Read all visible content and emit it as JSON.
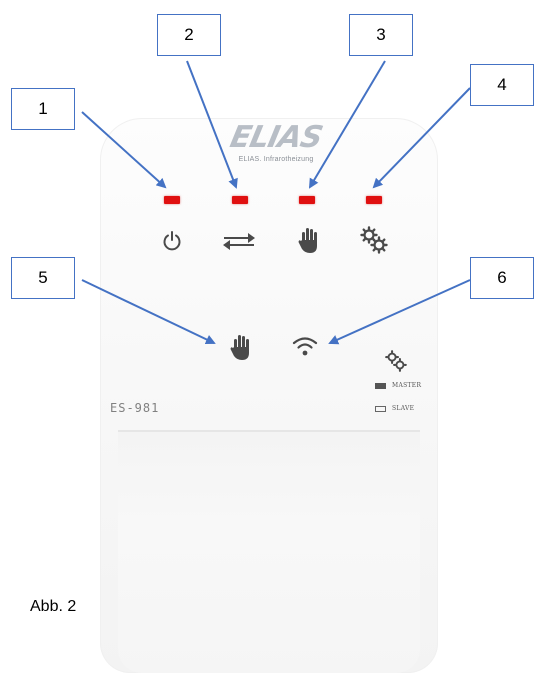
{
  "brand": {
    "logo_text": "ELIAS",
    "subline": "ELIAS. Infrarotheizung"
  },
  "device": {
    "model": "ES-981",
    "legend": {
      "master": "MASTER",
      "slave": "SLAVE"
    }
  },
  "callouts": [
    "1",
    "2",
    "3",
    "4",
    "5",
    "6"
  ],
  "caption": "Abb. 2",
  "colors": {
    "led": "#e01010",
    "callout_border": "#4472c4",
    "arrow": "#4472c4",
    "icon": "#4a4a4a"
  },
  "icons": {
    "led1": "power-icon",
    "led2": "swap-arrows-icon",
    "led3": "hand-icon",
    "led4": "gears-icon",
    "led5": "hand-icon",
    "led6": "wifi-icon",
    "legend": "gears-icon"
  }
}
